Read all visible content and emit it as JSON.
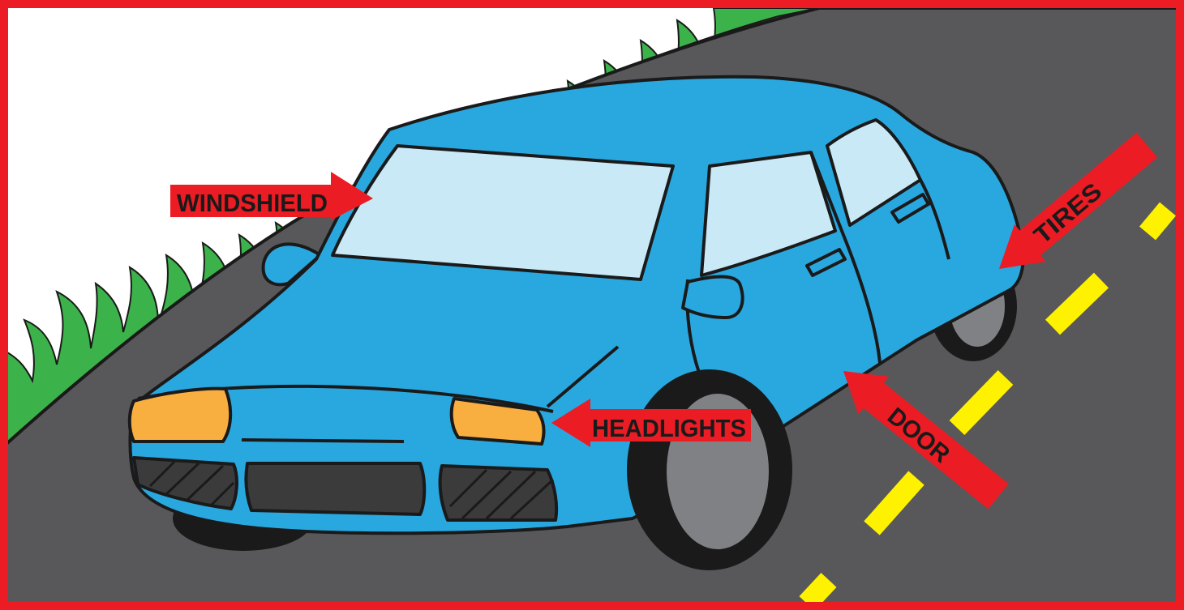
{
  "labels": {
    "windshield": "WINDSHIELD",
    "headlights": "HEADLIGHTS",
    "door": "DOOR",
    "tires": "TIRES"
  },
  "colors": {
    "frame": "#ec1c24",
    "road": "#58585a",
    "grass": "#3cb34a",
    "sky": "#ffffff",
    "car_body": "#29a8e0",
    "window": "#c9e9f6",
    "headlight": "#f9ae40",
    "tire": "#1a1a1a",
    "hubcap": "#808184",
    "lane_line": "#fff200",
    "arrow": "#ec1c24",
    "label_text": "#1a1a1a"
  }
}
